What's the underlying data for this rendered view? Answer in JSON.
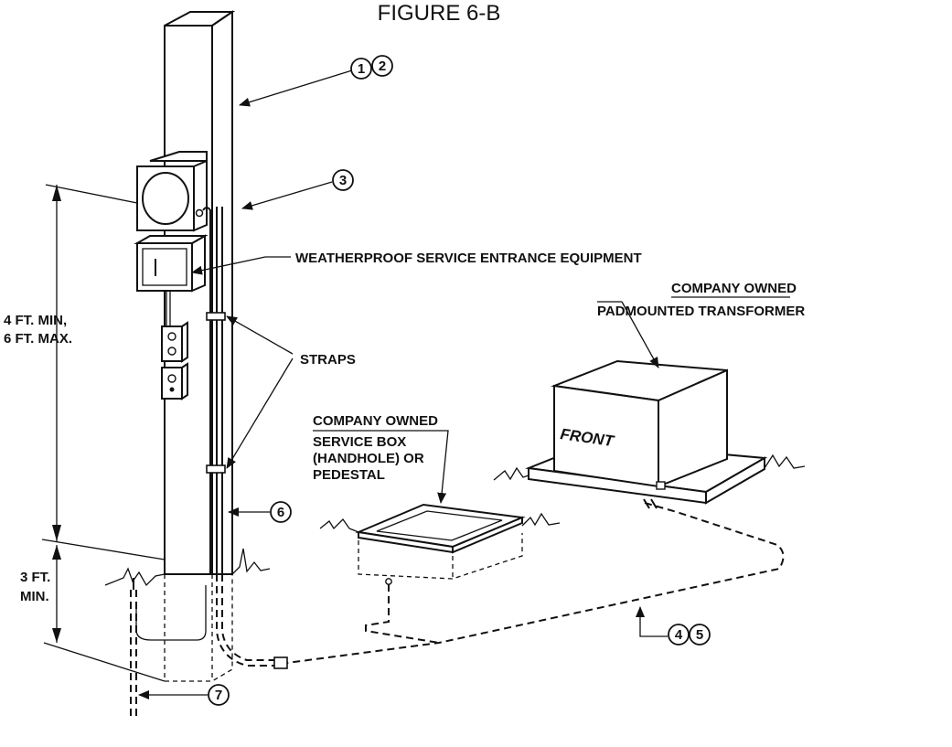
{
  "figure": {
    "title": "FIGURE 6-B"
  },
  "labels": {
    "service_entrance": "WEATHERPROOF SERVICE ENTRANCE EQUIPMENT",
    "straps": "STRAPS",
    "transformer_line1": "COMPANY OWNED",
    "transformer_line2": "PADMOUNTED TRANSFORMER",
    "service_box_line1": "COMPANY OWNED",
    "service_box_line2": "SERVICE BOX",
    "service_box_line3": "(HANDHOLE) OR",
    "service_box_line4": "PEDESTAL",
    "transformer_front": "FRONT"
  },
  "dimensions": {
    "height_line1": "4 FT. MIN,",
    "height_line2": "6 FT. MAX.",
    "depth_line1": "3 FT.",
    "depth_line2": "MIN."
  },
  "callouts": {
    "c1": "1",
    "c2": "2",
    "c3": "3",
    "c4": "4",
    "c5": "5",
    "c6": "6",
    "c7": "7"
  }
}
